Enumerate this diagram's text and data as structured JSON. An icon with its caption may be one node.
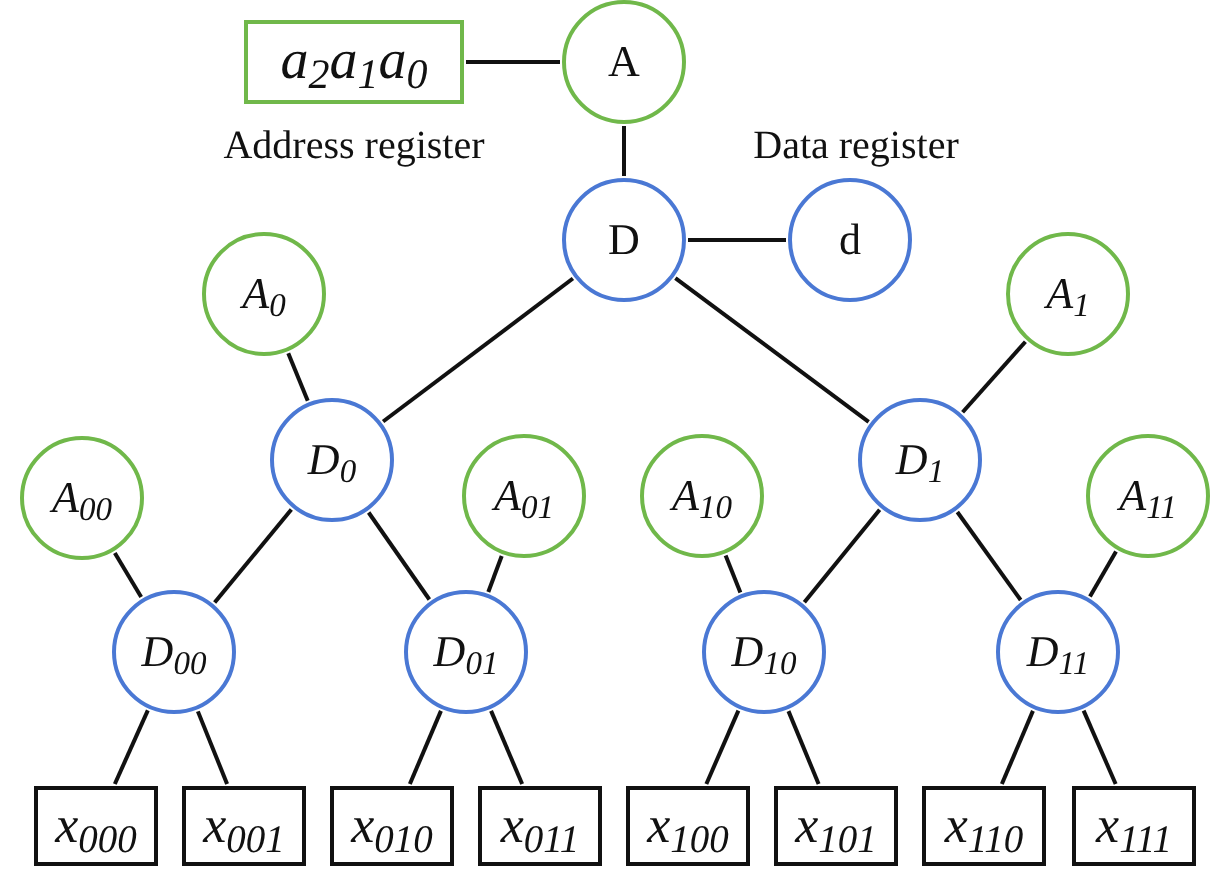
{
  "diagram": {
    "nodes": [
      {
        "text": [
          "a$_{2}$a$_{1}$a$_{0}$"
        ],
        "beside": [
          "Address register"
        ]
      },
      {
        "text": [
          "A"
        ]
      },
      {
        "text": [
          "D"
        ]
      },
      {
        "text": [
          "d"
        ],
        "beside": [
          "Data register"
        ]
      },
      {
        "text": [
          "A$_{0}$"
        ]
      },
      {
        "text": [
          "A$_{1}$"
        ]
      },
      {
        "text": [
          "D$_{0}$"
        ]
      },
      {
        "text": [
          "D$_{1}$"
        ]
      },
      {
        "text": [
          "A$_{00}$"
        ]
      },
      {
        "text": [
          "A$_{01}$"
        ]
      },
      {
        "text": [
          "A$_{10}$"
        ]
      },
      {
        "text": [
          "A$_{11}$"
        ]
      },
      {
        "text": [
          "D$_{00}$"
        ]
      },
      {
        "text": [
          "D$_{01}$"
        ]
      },
      {
        "text": [
          "D$_{10}$"
        ]
      },
      {
        "text": [
          "D$_{11}$"
        ]
      },
      {
        "text": [
          "x$_{000}$"
        ]
      },
      {
        "text": [
          "x$_{001}$"
        ]
      },
      {
        "text": [
          "x$_{010}$"
        ]
      },
      {
        "text": [
          "x$_{011}$"
        ]
      },
      {
        "text": [
          "x$_{100}$"
        ]
      },
      {
        "text": [
          "x$_{101}$"
        ]
      },
      {
        "text": [
          "x$_{110}$"
        ]
      },
      {
        "text": [
          "x$_{111}$"
        ]
      }
    ],
    "edges": [
      {
        "from": 0,
        "to": 1,
        "arrow": "none"
      },
      {
        "from": 1,
        "to": 2,
        "arrow": "none"
      },
      {
        "from": 2,
        "to": 3,
        "arrow": "none"
      },
      {
        "from": 2,
        "to": 6,
        "arrow": "none"
      },
      {
        "from": 2,
        "to": 7,
        "arrow": "none"
      },
      {
        "from": 4,
        "to": 6,
        "arrow": "none"
      },
      {
        "from": 5,
        "to": 7,
        "arrow": "none"
      },
      {
        "from": 6,
        "to": 12,
        "arrow": "none"
      },
      {
        "from": 6,
        "to": 13,
        "arrow": "none"
      },
      {
        "from": 8,
        "to": 12,
        "arrow": "none"
      },
      {
        "from": 9,
        "to": 13,
        "arrow": "none"
      },
      {
        "from": 7,
        "to": 14,
        "arrow": "none"
      },
      {
        "from": 7,
        "to": 15,
        "arrow": "none"
      },
      {
        "from": 10,
        "to": 14,
        "arrow": "none"
      },
      {
        "from": 11,
        "to": 15,
        "arrow": "none"
      },
      {
        "from": 12,
        "to": 16,
        "arrow": "none"
      },
      {
        "from": 12,
        "to": 17,
        "arrow": "none"
      },
      {
        "from": 13,
        "to": 18,
        "arrow": "none"
      },
      {
        "from": 13,
        "to": 19,
        "arrow": "none"
      },
      {
        "from": 14,
        "to": 20,
        "arrow": "none"
      },
      {
        "from": 14,
        "to": 21,
        "arrow": "none"
      },
      {
        "from": 15,
        "to": 22,
        "arrow": "none"
      },
      {
        "from": 15,
        "to": 23,
        "arrow": "none"
      }
    ]
  }
}
